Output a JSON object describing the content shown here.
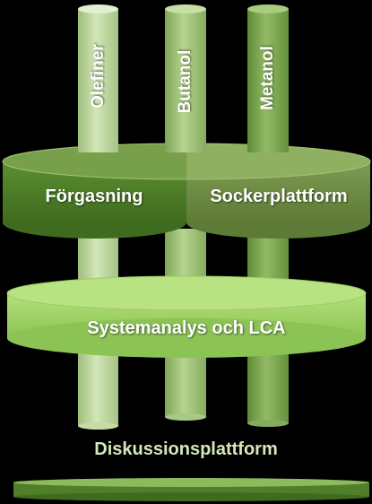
{
  "columns": [
    {
      "label": "Olefiner",
      "color": "#b8d494"
    },
    {
      "label": "Butanol",
      "color": "#9cc274"
    },
    {
      "label": "Metanol",
      "color": "#7ea852"
    }
  ],
  "tiers": {
    "top_left": "Förgasning",
    "top_right": "Sockerplattform",
    "middle": "Systemanalys och LCA",
    "bottom": "Diskussionsplattform"
  },
  "colors": {
    "background": "#000000",
    "gasification": "#4e7f2a",
    "sugar_platform": "#6f8f45",
    "systems_analysis": "#a8d86a",
    "discussion": "#5a8a2e",
    "discussion_text": "#d6e8b8"
  }
}
